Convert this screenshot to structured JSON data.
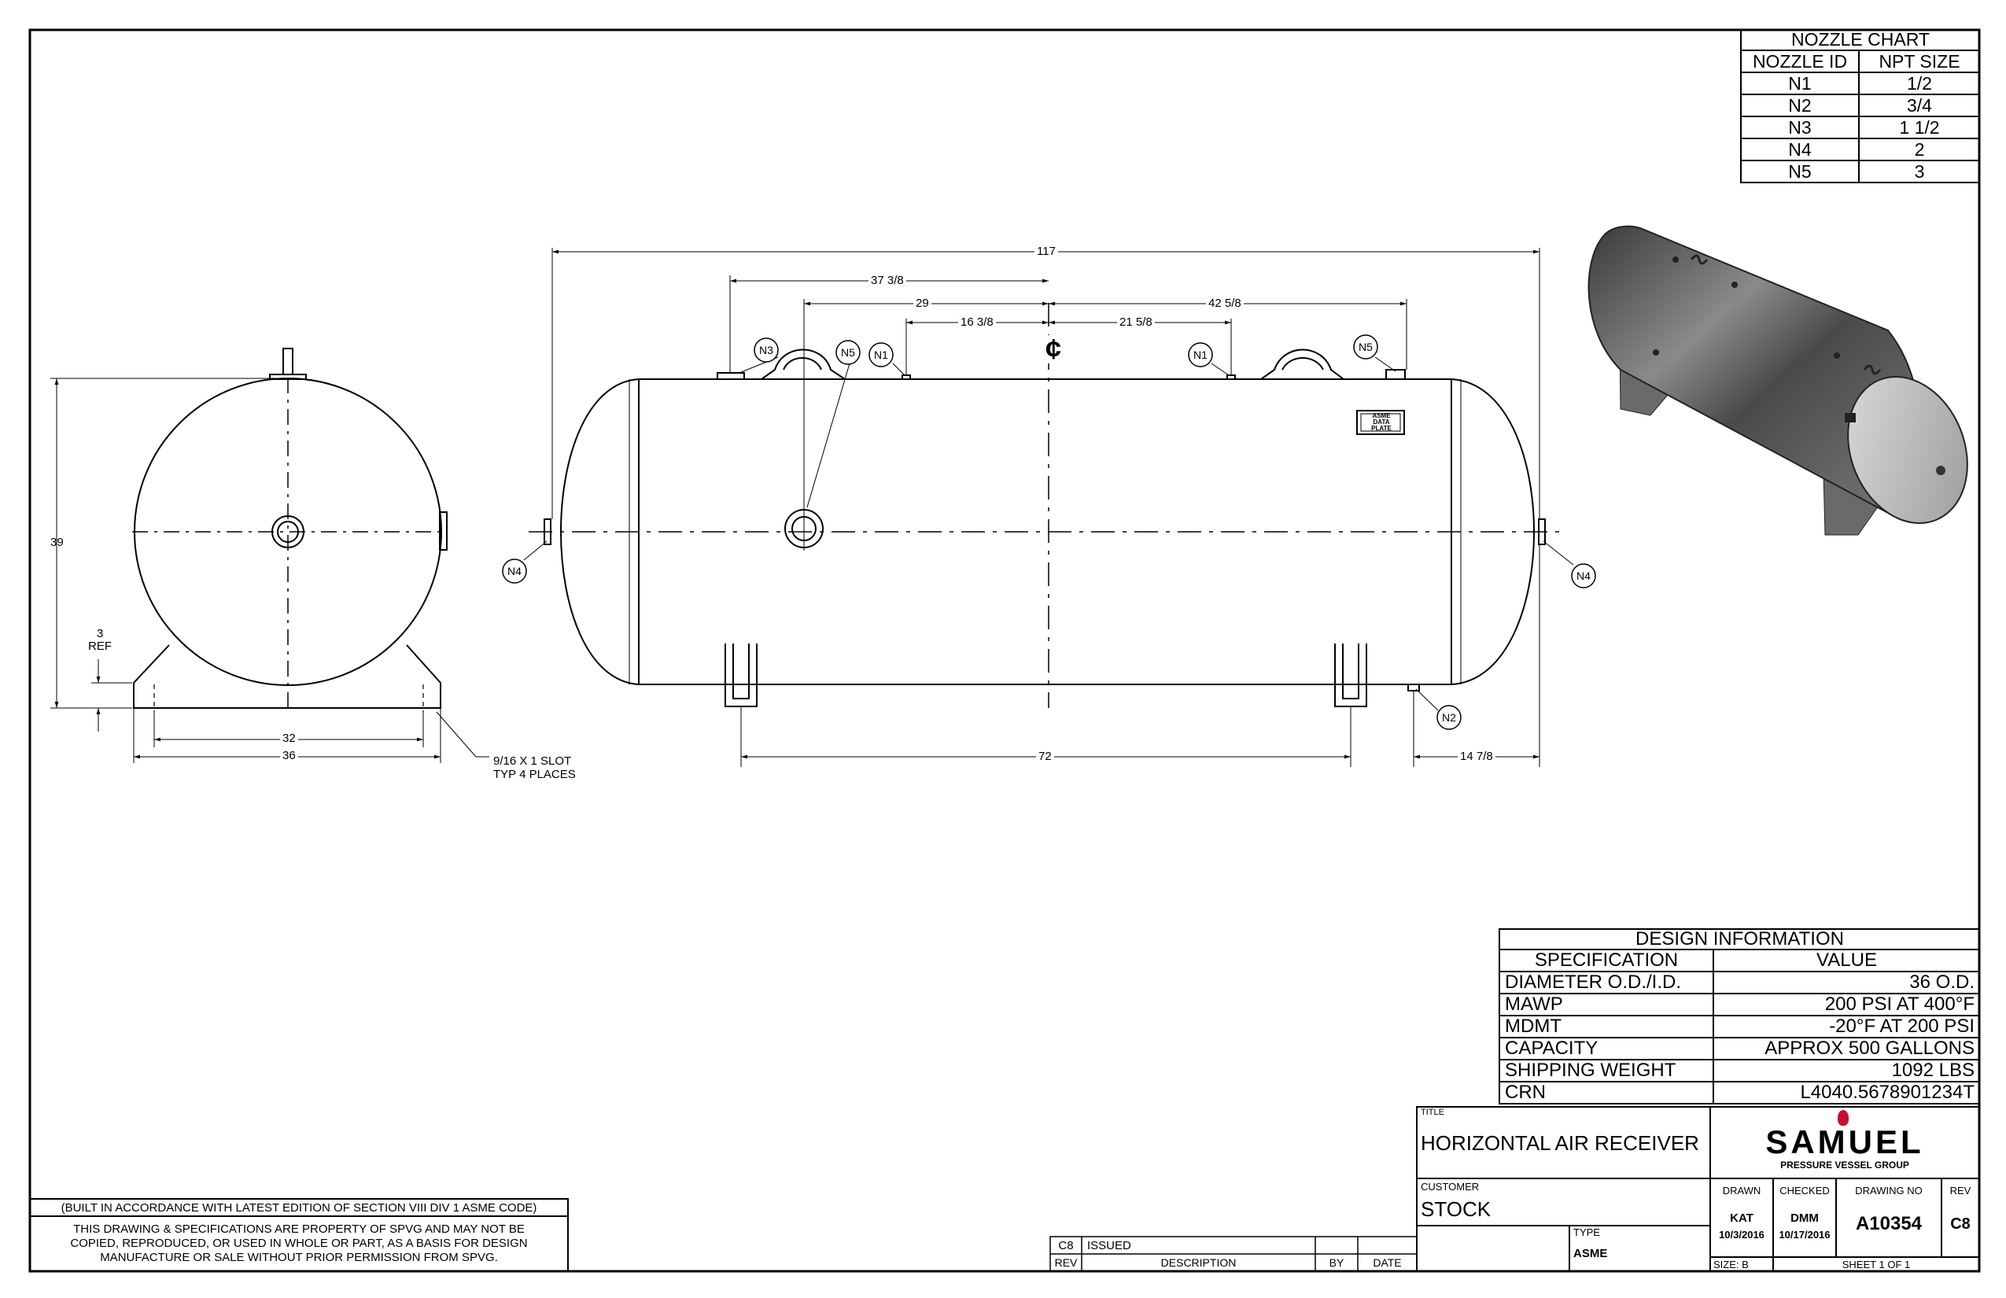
{
  "nozzle_chart": {
    "title": "NOZZLE CHART",
    "headers": [
      "NOZZLE ID",
      "NPT SIZE"
    ],
    "rows": [
      {
        "id": "N1",
        "size": "1/2"
      },
      {
        "id": "N2",
        "size": "3/4"
      },
      {
        "id": "N3",
        "size": "1 1/2"
      },
      {
        "id": "N4",
        "size": "2"
      },
      {
        "id": "N5",
        "size": "3"
      }
    ]
  },
  "end_view": {
    "dim_height": "39",
    "dim_ref_num": "3",
    "dim_ref_word": "REF",
    "dim_inner": "32",
    "dim_outer": "36",
    "slot_line1": "9/16 X 1 SLOT",
    "slot_line2": "TYP 4 PLACES"
  },
  "side_view": {
    "dim_overall": "117",
    "dim_n3": "37 3/8",
    "dim_n5": "29",
    "dim_n1_left": "16 3/8",
    "dim_n1_right": "21 5/8",
    "dim_n5_right": "42 5/8",
    "dim_saddles": "72",
    "dim_n2": "14 7/8",
    "centerline": "¢",
    "plate": [
      "ASME",
      "DATA",
      "PLATE"
    ],
    "labels": {
      "n3": "N3",
      "n5": "N5",
      "n1": "N1",
      "n1b": "N1",
      "n5b": "N5",
      "n4": "N4",
      "n4b": "N4",
      "n2": "N2"
    }
  },
  "design_info": {
    "title": "DESIGN INFORMATION",
    "headers": [
      "SPECIFICATION",
      "VALUE"
    ],
    "rows": [
      {
        "spec": "DIAMETER O.D./I.D.",
        "value": "36 O.D."
      },
      {
        "spec": "MAWP",
        "value": "200 PSI AT 400°F"
      },
      {
        "spec": "MDMT",
        "value": "-20°F AT 200 PSI"
      },
      {
        "spec": "CAPACITY",
        "value": "APPROX 500 GALLONS"
      },
      {
        "spec": "SHIPPING WEIGHT",
        "value": "1092 LBS"
      },
      {
        "spec": "CRN",
        "value": "L4040.5678901234T"
      }
    ]
  },
  "title_block": {
    "title_label": "TITLE",
    "title": "HORIZONTAL AIR RECEIVER",
    "customer_label": "CUSTOMER",
    "customer": "STOCK",
    "type_label": "TYPE",
    "type": "ASME",
    "logo_name": "SAMUEL",
    "logo_sub": "PRESSURE VESSEL GROUP",
    "drawn_label": "DRAWN",
    "drawn_by": "KAT",
    "drawn_date": "10/3/2016",
    "checked_label": "CHECKED",
    "checked_by": "DMM",
    "checked_date": "10/17/2016",
    "drawing_no_label": "DRAWING NO",
    "drawing_no": "A10354",
    "rev_label": "REV",
    "rev": "C8",
    "size": "SIZE: B",
    "sheet": "SHEET 1 OF 1"
  },
  "revision_block": {
    "rev": "C8",
    "description": "ISSUED",
    "headers": [
      "REV",
      "DESCRIPTION",
      "BY",
      "DATE"
    ]
  },
  "notes": {
    "code": "(BUILT IN ACCORDANCE WITH LATEST EDITION OF SECTION VIII DIV 1 ASME CODE)",
    "property": [
      "THIS DRAWING & SPECIFICATIONS ARE PROPERTY OF SPVG AND MAY NOT BE",
      "COPIED, REPRODUCED, OR USED IN WHOLE OR PART, AS A BASIS FOR DESIGN",
      "MANUFACTURE OR SALE WITHOUT PRIOR PERMISSION FROM SPVG."
    ]
  },
  "colors": {
    "ink": "#000000",
    "logo_accent": "#c8102e",
    "tank_shade": "#6e6e6e"
  }
}
